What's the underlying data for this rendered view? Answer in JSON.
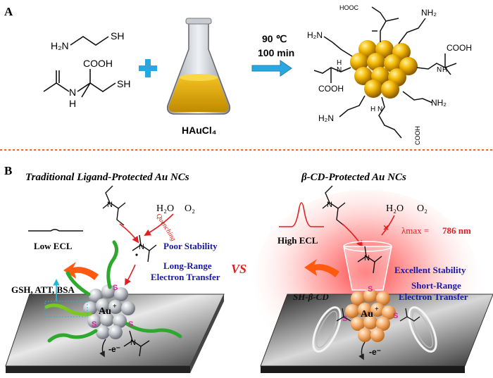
{
  "panel_a": {
    "label": "A",
    "reagent_cysteamine": {
      "h2n": "H₂N",
      "sh": "SH"
    },
    "reagent_nac": {
      "cooh": "COOH",
      "nh": "N",
      "h": "H",
      "sh": "SH"
    },
    "flask_label": "HAuCl₄",
    "condition_temp": "90 ℃",
    "condition_time": "100 min",
    "product": {
      "hooc_top": "HOOC",
      "nh2_top": "NH₂",
      "h2n_left": "H₂N",
      "cooh_right": "COOH",
      "cooh_left": "COOH",
      "h2n_bottom": "H₂N",
      "nh2_right": "NH₂",
      "cooh_bottom": "COOH",
      "n_h": "H",
      "n_n": "N"
    }
  },
  "panel_b": {
    "label": "B",
    "left": {
      "title": "Traditional Ligand-Protected Au NCs",
      "low_ecl": "Low ECL",
      "h2o": "H₂O",
      "o2": "O₂",
      "quenching": "Quenching",
      "poor_stability": "Poor Stability",
      "long_range_1": "Long-Range",
      "long_range_2": "Electron Transfer",
      "ligands": "GSH, ATT, BSA",
      "au": "Au",
      "s": "S",
      "e": "-e⁻",
      "n": "N"
    },
    "vs": "VS",
    "right": {
      "title": "β-CD-Protected Au NCs",
      "high_ecl": "High ECL",
      "h2o": "H₂O",
      "o2": "O₂",
      "lambda_label": "λmax = ",
      "lambda_value": "786 nm",
      "excellent_stability": "Excellent Stability",
      "short_range_1": "Short-Range",
      "short_range_2": "Electron Transfer",
      "sh_cd": "SH-β-CD",
      "au": "Au",
      "s": "S",
      "e": "-e⁻",
      "n": "N"
    }
  },
  "colors": {
    "gold": "#e0a800",
    "blue_text": "#1a1aa0",
    "red": "#e02020",
    "divider": "#e8682a",
    "arrow_blue": "#29a8e0"
  }
}
